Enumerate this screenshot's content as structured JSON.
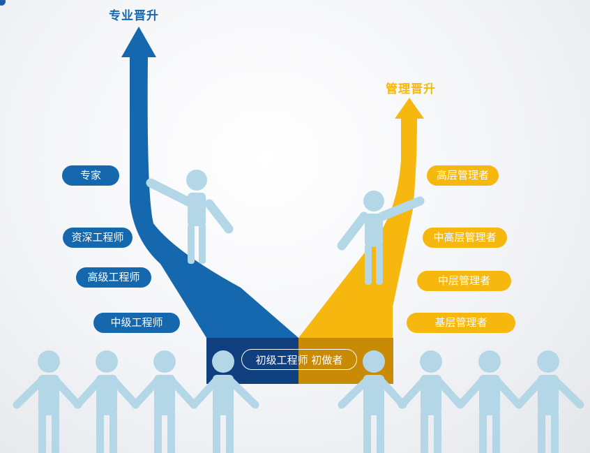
{
  "professional_track": {
    "title": "专业晋升",
    "color": "#1668ae",
    "levels": [
      "专家",
      "资深工程师",
      "高级工程师",
      "中级工程师"
    ]
  },
  "management_track": {
    "title": "管理晋升",
    "color": "#f6b80f",
    "levels": [
      "高层管理者",
      "中高层管理者",
      "中层管理者",
      "基层管理者"
    ]
  },
  "entry_level": {
    "label": "初级工程师 初做者",
    "colors": [
      "#0f3f7e",
      "#c98a05"
    ]
  },
  "figure_color": "#b4d7e8"
}
